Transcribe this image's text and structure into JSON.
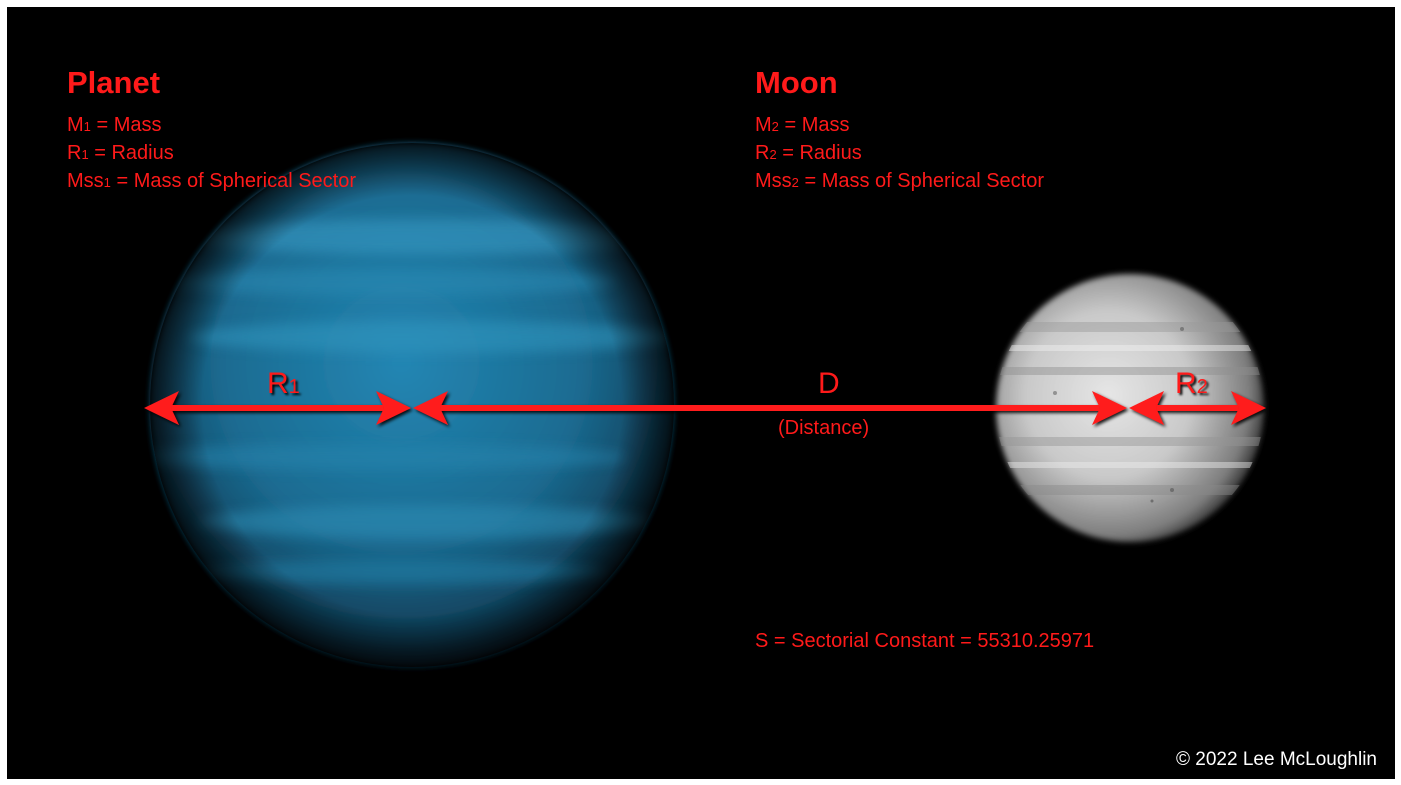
{
  "planet": {
    "title": "Planet",
    "lines": [
      {
        "sym": "M",
        "sub": "1",
        "rest": " = Mass"
      },
      {
        "sym": "R",
        "sub": "1",
        "rest": " = Radius"
      },
      {
        "sym": "Mss",
        "sub": "1",
        "rest": " = Mass of Spherical Sector"
      }
    ],
    "color": "#1f6e96"
  },
  "moon": {
    "title": "Moon",
    "lines": [
      {
        "sym": "M",
        "sub": "2",
        "rest": " = Mass"
      },
      {
        "sym": "R",
        "sub": "2",
        "rest": " = Radius"
      },
      {
        "sym": "Mss",
        "sub": "2",
        "rest": " = Mass of Spherical Sector"
      }
    ],
    "color": "#c8c8c8"
  },
  "labels": {
    "r1": {
      "sym": "R",
      "sub": "1"
    },
    "r2": {
      "sym": "R",
      "sub": "2"
    },
    "d": "D",
    "d_caption": "(Distance)"
  },
  "constant": "S = Sectorial Constant = 55310.25971",
  "credit": "© 2022 Lee McLoughlin",
  "accent_color": "#ff1a1a"
}
